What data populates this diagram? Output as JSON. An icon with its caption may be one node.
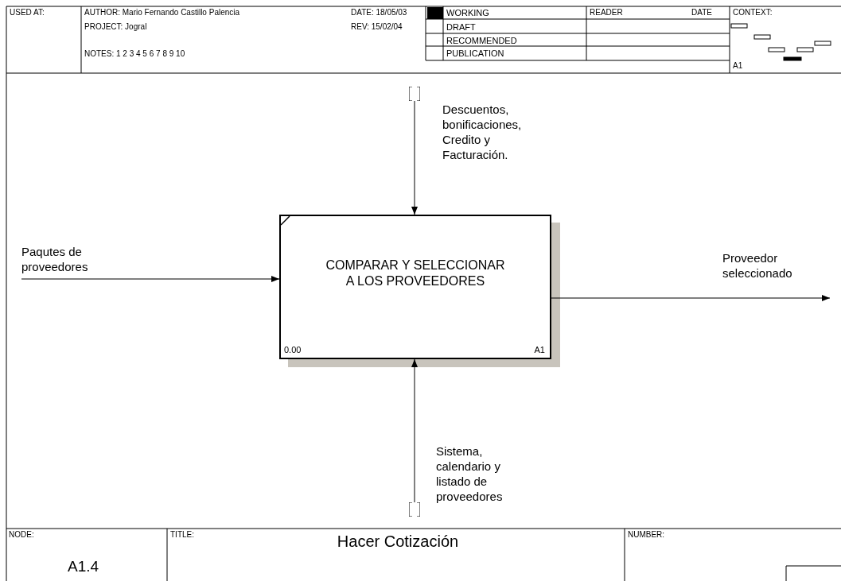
{
  "diagram": {
    "title": "Hacer Cotización",
    "nodes": [
      {
        "text": [
          "COMPARAR Y SELECCIONAR A LOS PROVEEDORES",
          "0.00",
          "A1"
        ]
      },
      {
        "text": [],
        "shape": "bracket"
      },
      {
        "text": [],
        "shape": "bracket"
      }
    ],
    "edges": [
      {
        "from": 1,
        "to": 0,
        "arrow": "to",
        "label": "Descuentos, bonificaciones, Credito y Facturación."
      },
      {
        "from": null,
        "to": 0,
        "arrow": "to",
        "label": "Paqutes de proveedores"
      },
      {
        "from": 0,
        "to": null,
        "arrow": "to",
        "label": "Proveedor seleccionado"
      },
      {
        "from": 2,
        "to": 0,
        "arrow": "to",
        "label": "Sistema, calendario y listado de proveedores"
      }
    ],
    "labels": [
      "USED AT:",
      "AUTHOR: Mario Fernando Castillo Palencia",
      "DATE: 18/05/03",
      "WORKING",
      "READER",
      "DATE",
      "CONTEXT:",
      "PROJECT: Jogral",
      "REV: 15/02/04",
      "DRAFT",
      "RECOMMENDED",
      "NOTES: 1 2 3 4 5 6 7 8 9 10",
      "PUBLICATION",
      "A1",
      "NODE:",
      "TITLE:",
      "NUMBER:",
      "A1.4"
    ]
  }
}
